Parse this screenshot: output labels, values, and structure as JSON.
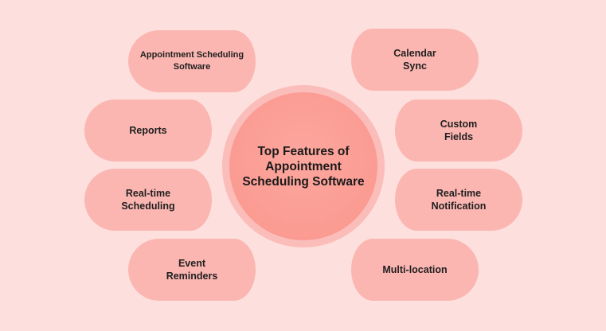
{
  "center": {
    "title": "Top Features of\nAppointment\nScheduling Software"
  },
  "features": [
    {
      "label": "Appointment Scheduling\nSoftware"
    },
    {
      "label": "Calendar\nSync"
    },
    {
      "label": "Reports"
    },
    {
      "label": "Custom\nFields"
    },
    {
      "label": "Real-time\nScheduling"
    },
    {
      "label": "Real-time\nNotification"
    },
    {
      "label": "Event\nReminders"
    },
    {
      "label": "Multi-location"
    }
  ],
  "colors": {
    "background": "#fde0dd",
    "center_fill": "#fb9b92",
    "center_ring": "#fbbdb9",
    "pill_fill": "#fbb6b1",
    "text": "#1f1f1f"
  }
}
